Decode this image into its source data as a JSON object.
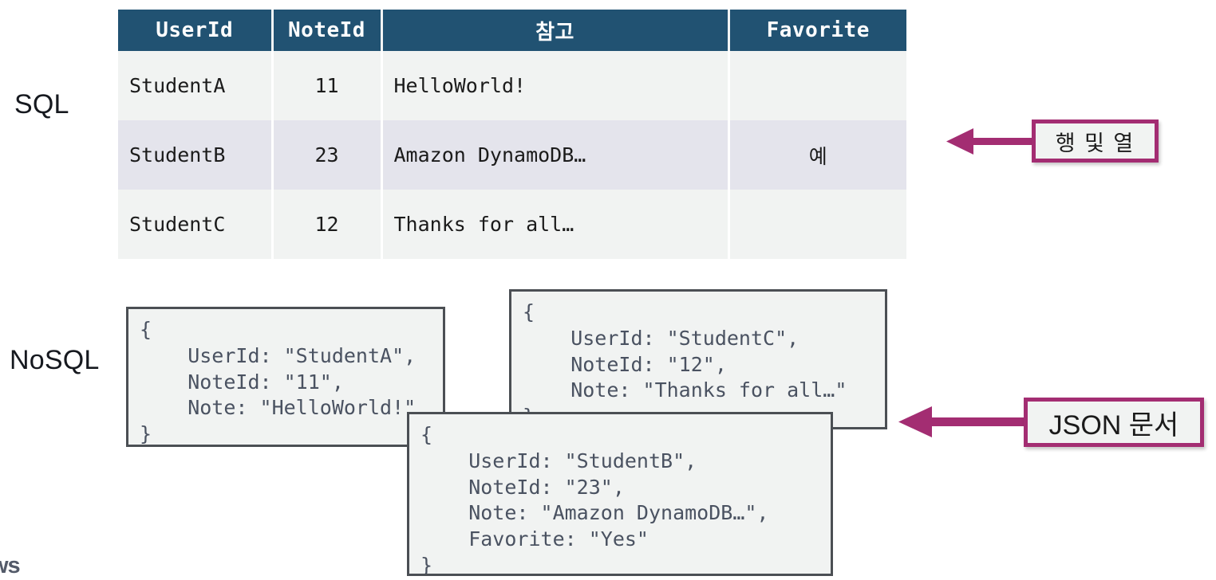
{
  "labels": {
    "sql": "SQL",
    "nosql": "NoSQL"
  },
  "sql_table": {
    "headers": [
      "UserId",
      "NoteId",
      "참고",
      "Favorite"
    ],
    "rows": [
      {
        "userid": "StudentA",
        "noteid": "11",
        "note": "HelloWorld!",
        "favorite": ""
      },
      {
        "userid": "StudentB",
        "noteid": "23",
        "note": "Amazon DynamoDB…",
        "favorite": "예"
      },
      {
        "userid": "StudentC",
        "noteid": "12",
        "note": "Thanks for all…",
        "favorite": ""
      }
    ]
  },
  "nosql_documents": [
    {
      "id": "student-a",
      "text": "{\n    UserId: \"StudentA\",\n    NoteId: \"11\",\n    Note: \"HelloWorld!\"\n}"
    },
    {
      "id": "student-c",
      "text": "{\n    UserId: \"StudentC\",\n    NoteId: \"12\",\n    Note: \"Thanks for all…\"\n}"
    },
    {
      "id": "student-b",
      "text": "{\n    UserId: \"StudentB\",\n    NoteId: \"23\",\n    Note: \"Amazon DynamoDB…\",\n    Favorite: \"Yes\"\n}"
    }
  ],
  "callouts": [
    {
      "id": "rows-cols",
      "label": "행 및 열"
    },
    {
      "id": "json-doc",
      "label": "JSON 문서"
    }
  ],
  "branding": {
    "logo_text": "ws"
  },
  "colors": {
    "table_header_bg": "#215272",
    "row_odd_bg": "#f1f3f2",
    "row_even_bg": "#e4e4ec",
    "callout_accent": "#a32d72",
    "card_border": "#4b4f54",
    "card_bg": "#f1f3f2",
    "code_text": "#4a5261"
  }
}
